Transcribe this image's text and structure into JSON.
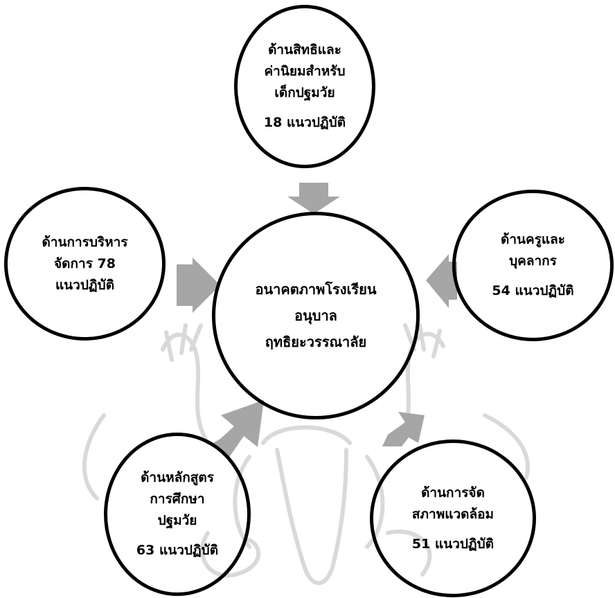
{
  "diagram": {
    "center": {
      "lines": [
        "อนาคตภาพโรงเรียน",
        "อนุบาล",
        "ฤทธิยะวรรณาลัย"
      ]
    },
    "top": {
      "lines": [
        "ด้านสิทธิและ",
        "ค่านิยมสำหรับ",
        "เด็กปฐมวัย",
        "18 แนวปฏิบัติ"
      ]
    },
    "left": {
      "lines": [
        "ด้านการบริหาร",
        "จัดการ 78",
        "แนวปฏิบัติ"
      ]
    },
    "right": {
      "lines": [
        "ด้านครูและ",
        "บุคลากร",
        "54 แนวปฏิบัติ"
      ]
    },
    "bottom_left": {
      "lines": [
        "ด้านหลักสูตร",
        "การศึกษา",
        "ปฐมวัย",
        "63 แนวปฏิบัติ"
      ]
    },
    "bottom_right": {
      "lines": [
        "ด้านการจัด",
        "สภาพแวดล้อม",
        "51 แนวปฏิบัติ"
      ]
    }
  },
  "colors": {
    "arrow": "#a6a6a6",
    "circle_border": "#000000",
    "text": "#000000",
    "watermark": "#d9d9d9"
  }
}
